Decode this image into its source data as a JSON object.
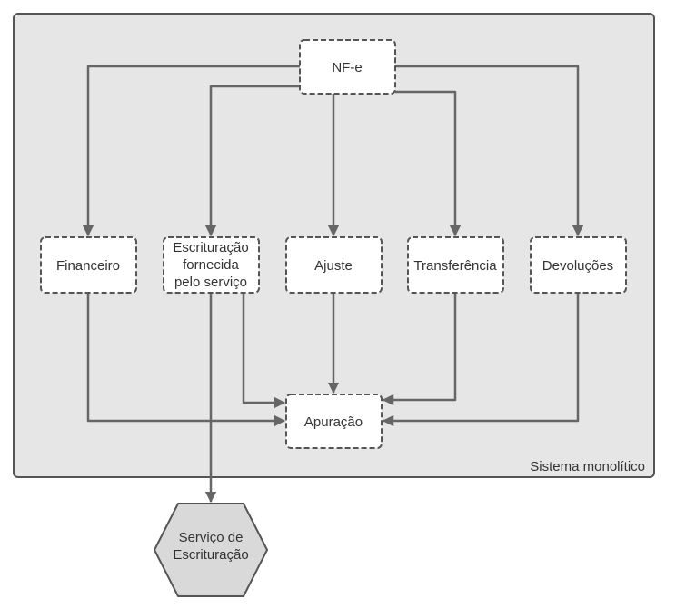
{
  "container": {
    "label": "Sistema monolítico"
  },
  "nodes": {
    "nfe": {
      "label": "NF-e"
    },
    "financeiro": {
      "label": "Financeiro"
    },
    "escrituracao": {
      "lines": [
        "Escrituração",
        "fornecida",
        "pelo serviço"
      ]
    },
    "ajuste": {
      "label": "Ajuste"
    },
    "transferencia": {
      "label": "Transferência"
    },
    "devolucoes": {
      "label": "Devoluções"
    },
    "apuracao": {
      "label": "Apuração"
    },
    "servico_escrituracao": {
      "lines": [
        "Serviço de",
        "Escrituração"
      ]
    }
  },
  "colors": {
    "container_fill": "#e6e6e6",
    "container_stroke": "#555555",
    "node_fill": "#ffffff",
    "node_stroke": "#555555",
    "edge": "#666666",
    "external_fill": "#d9d9d9",
    "text": "#333333"
  }
}
